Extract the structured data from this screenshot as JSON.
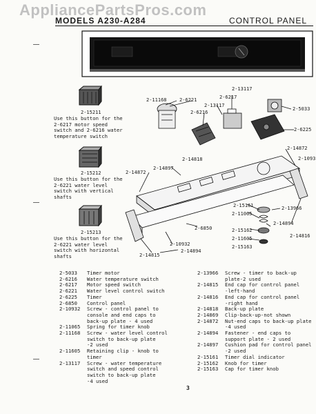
{
  "watermark": "AppliancePartsPros.com",
  "header": {
    "left": "MODELS A230-A284",
    "right": "CONTROL PANEL"
  },
  "callouts": [
    "2-13117",
    "2-6217",
    "2-11168",
    "2-6221",
    "2-6216",
    "2-13117",
    "2-5033",
    "2-6225",
    "2-14872",
    "2-1093",
    "2-14818",
    "2-14897",
    "2-14872",
    "2-15161",
    "2-13966",
    "2-11065",
    "2-14894",
    "2-15162",
    "2-14816",
    "2-6850",
    "2-11605",
    "2-10932",
    "2-15163",
    "2-14815",
    "2-14894"
  ],
  "buttons": [
    {
      "code": "2-15211",
      "caption": "Use this button for the\n2-6217 motor speed\nswitch and 2-6216 water\ntemperature switch"
    },
    {
      "code": "2-15212",
      "caption": "Use this button for the\n2-6221 water level\nswitch with vertical\nshafts"
    },
    {
      "code": "2-15213",
      "caption": "Use this button for the\n2-6221 water level\nswitch with horizontal\nshafts"
    }
  ],
  "parts_left": [
    {
      "num": "2-5033",
      "desc": "Timer motor"
    },
    {
      "num": "2-6216",
      "desc": "Water temperature switch"
    },
    {
      "num": "2-6217",
      "desc": "Motor speed switch"
    },
    {
      "num": "2-6221",
      "desc": "Water level control switch"
    },
    {
      "num": "2-6225",
      "desc": "Timer"
    },
    {
      "num": "2-6850",
      "desc": "Control panel"
    },
    {
      "num": "2-10932",
      "desc": "Screw - control panel to\nconsole and end caps to\nback-up plate - 4 used"
    },
    {
      "num": "2-11065",
      "desc": "Spring for timer knob"
    },
    {
      "num": "2-11168",
      "desc": "Screw - water level control\nswitch to back-up plate\n-2 used"
    },
    {
      "num": "2-11605",
      "desc": "Retaining clip - knob to\ntimer"
    },
    {
      "num": "2-13117",
      "desc": "Screw - water temperature\nswitch and speed control\nswitch to back-up plate\n-4 used"
    }
  ],
  "parts_right": [
    {
      "num": "2-13966",
      "desc": "Screw - timer to back-up\nplate-2 used"
    },
    {
      "num": "2-14815",
      "desc": "End cap for control panel\n-left-hand"
    },
    {
      "num": "2-14816",
      "desc": "End cap for control panel\n-right hand"
    },
    {
      "num": "2-14818",
      "desc": "Back-up plate"
    },
    {
      "num": "2-14869",
      "desc": "Clip-back-up-not shown"
    },
    {
      "num": "2-14872",
      "desc": "Nut-end caps to back-up plate\n-4 used"
    },
    {
      "num": "2-14894",
      "desc": "Fastener - end caps to\nsupport plate - 2 used"
    },
    {
      "num": "2-14897",
      "desc": "Cushion pad for control panel\n-2 used"
    },
    {
      "num": "2-15161",
      "desc": "Timer dial indicator"
    },
    {
      "num": "2-15162",
      "desc": "Knob for timer"
    },
    {
      "num": "2-15163",
      "desc": "Cap for timer knob"
    }
  ],
  "page_number": "3"
}
